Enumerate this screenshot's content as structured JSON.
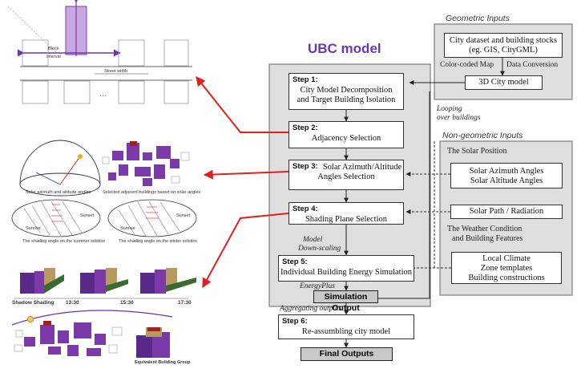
{
  "title": "UBC model",
  "steps": [
    {
      "label": "Step 1:",
      "text": [
        "City Model Decomposition",
        "and Target Building Isolation"
      ]
    },
    {
      "label": "Step 2:",
      "text": [
        "Adjacency Selection"
      ]
    },
    {
      "label": "Step 3:",
      "text": [
        "Solar Azimuth/Altitude",
        "Angles Selection"
      ]
    },
    {
      "label": "Step 4:",
      "text": [
        "Shading Plane Selection"
      ]
    },
    {
      "label": "Step 5:",
      "text": [
        "Individual Building Energy Simulation"
      ]
    },
    {
      "label": "Step 6:",
      "text": [
        "Re-assumbling city model"
      ]
    }
  ],
  "simulation_output": "Simulation Output",
  "final_outputs": "Final Outputs",
  "flow_labels": {
    "model_downscaling": [
      "Model",
      "Down-scaling"
    ],
    "energyplus": "EnergyPlus",
    "aggregating": "Aggregating outputs",
    "looping": [
      "Looping",
      "over buildings"
    ]
  },
  "geometric": {
    "heading": "Geometric Inputs",
    "city_dataset": [
      "City dataset and building stocks",
      "(eg. GIS, CityGML)"
    ],
    "color_coded": "Color-coded Map",
    "data_conversion": "Data Conversion",
    "city_model": "3D City model"
  },
  "nongeometric": {
    "heading": "Non-geometric Inputs",
    "solar_position": "The Solar Position",
    "solar_angles": [
      "Solar Azimuth Angles",
      "Solar Altitude Angles"
    ],
    "solar_path": "Solar Path / Radiation",
    "weather": [
      "The Weather Condition",
      "and Building Features"
    ],
    "local": [
      "Local Climate",
      "Zone templates",
      "Building constructions"
    ]
  },
  "thumbnails": {
    "street": {
      "block": "Block",
      "interval": "interval",
      "street_width": "Street width",
      "ellipsis": "…"
    },
    "solar": {
      "cap1": "Solar azimuth and altitude angles",
      "cap2": "Selected adjacent buildings based on solar angles",
      "cap3": "The shading angle on the summer solstice",
      "cap4": "The shading angle on the winter solstice",
      "sunrise": "Sunrise",
      "sunset": "Sunset"
    },
    "shading": {
      "label": "Shadow Shading",
      "times": [
        "13:30",
        "15:30",
        "17:30"
      ]
    },
    "group": {
      "label": "Equivalent Building Group"
    }
  },
  "colors": {
    "accent": "#6b35b5",
    "arrow_red": "#e02020",
    "purple": "#7b3aa8",
    "panel": "#dedede"
  }
}
